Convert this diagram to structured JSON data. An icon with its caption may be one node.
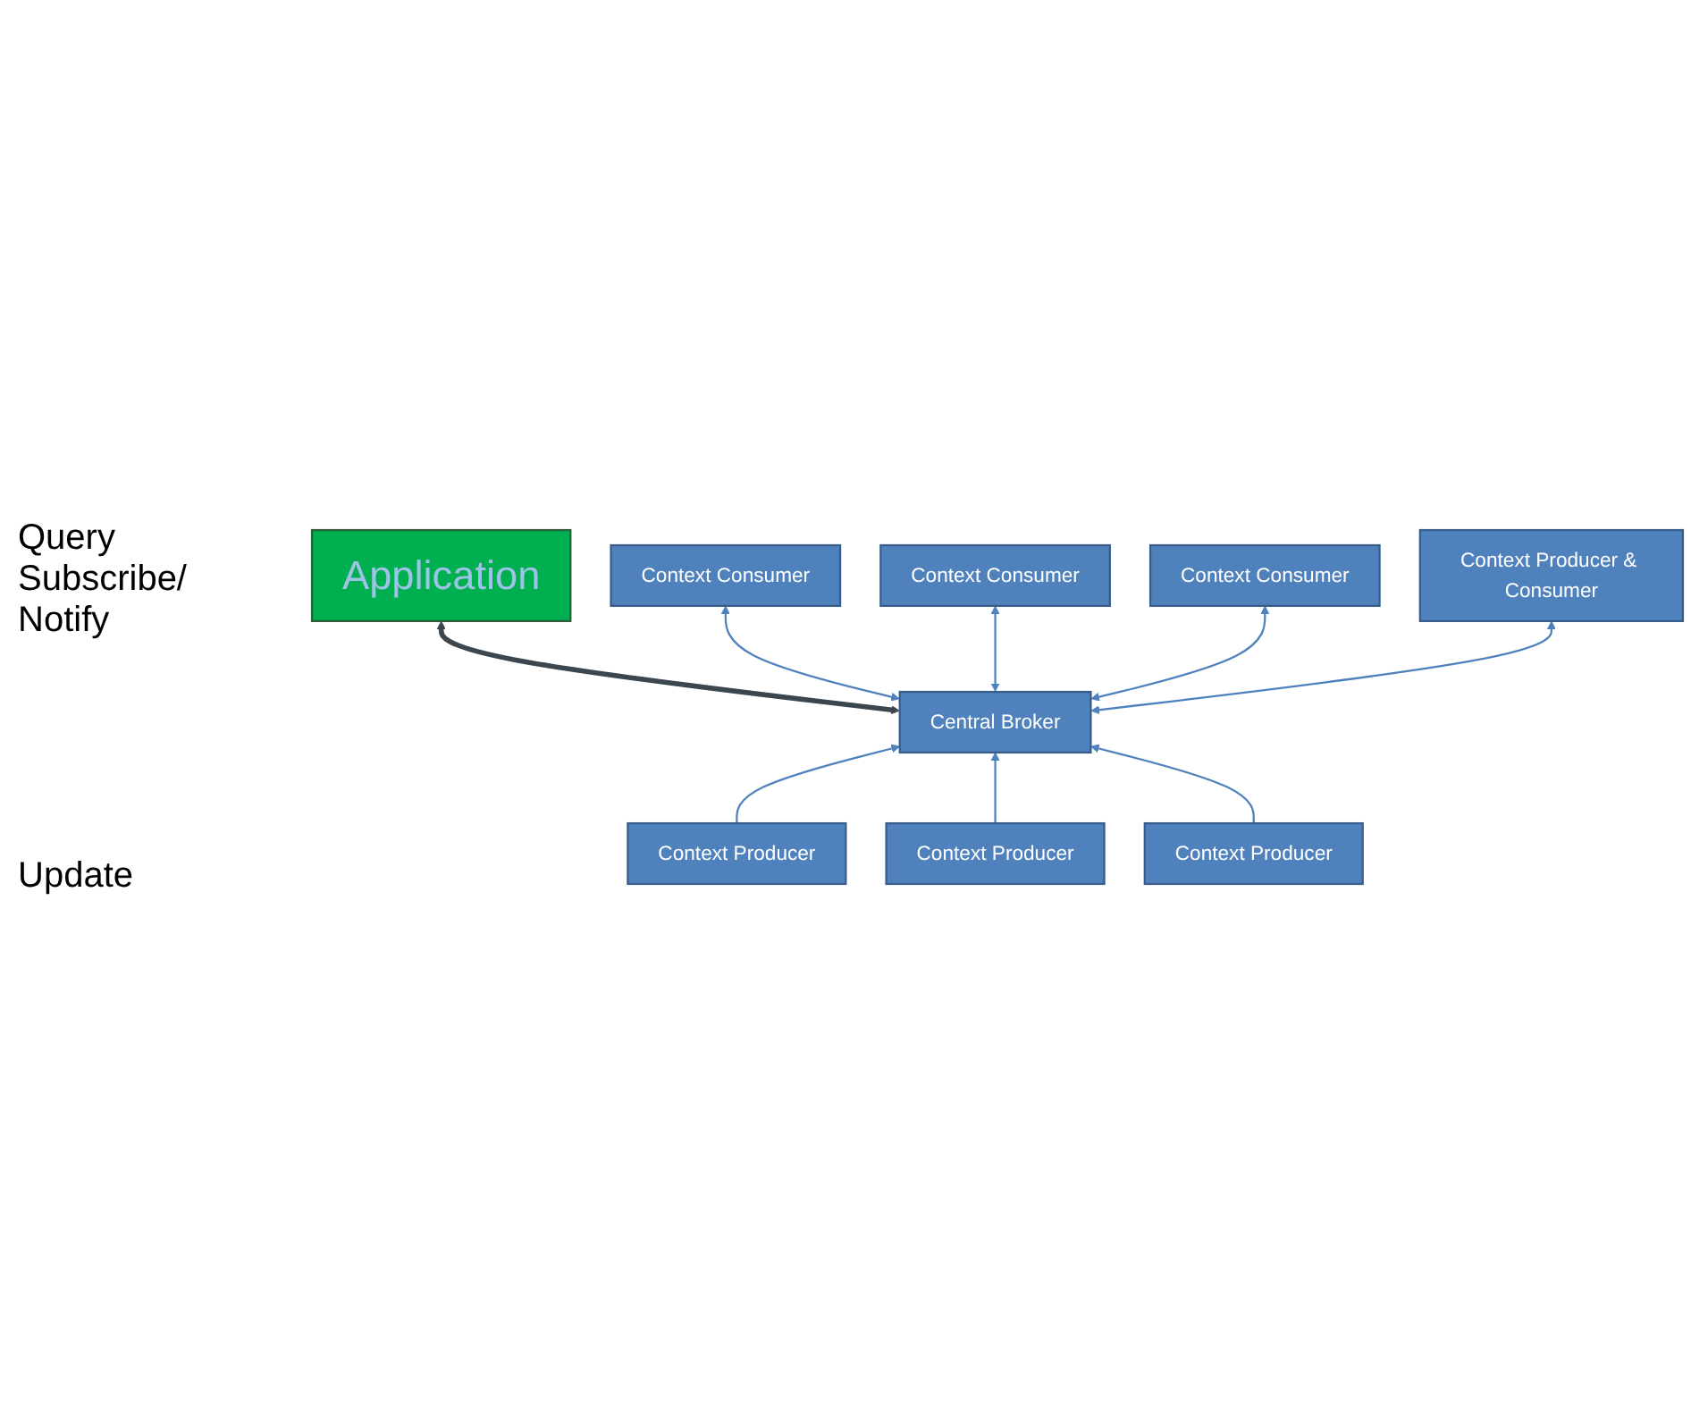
{
  "diagram": {
    "nodes": [
      {
        "text": [
          "Application"
        ]
      },
      {
        "text": [
          "Context Consumer"
        ]
      },
      {
        "text": [
          "Context Consumer"
        ]
      },
      {
        "text": [
          "Context Consumer"
        ]
      },
      {
        "text": [
          "Central Broker"
        ]
      },
      {
        "text": [
          "Context Producer & Consumer"
        ]
      },
      {
        "text": [
          "Context Producer"
        ]
      },
      {
        "text": [
          "Context Producer"
        ]
      },
      {
        "text": [
          "Context Producer"
        ]
      }
    ],
    "edges": [
      {
        "from": 4,
        "to": 0,
        "arrow": "both",
        "style": "thick",
        "color": "#3c464e"
      },
      {
        "from": 4,
        "to": 1,
        "arrow": "both"
      },
      {
        "from": 4,
        "to": 2,
        "arrow": "both"
      },
      {
        "from": 4,
        "to": 3,
        "arrow": "both"
      },
      {
        "from": 4,
        "to": 5,
        "arrow": "both"
      },
      {
        "from": 6,
        "to": 4,
        "arrow": "to"
      },
      {
        "from": 7,
        "to": 4,
        "arrow": "to"
      },
      {
        "from": 8,
        "to": 4,
        "arrow": "to"
      }
    ],
    "labels": [
      "Query Subscribe/ Notify",
      "Update"
    ]
  }
}
